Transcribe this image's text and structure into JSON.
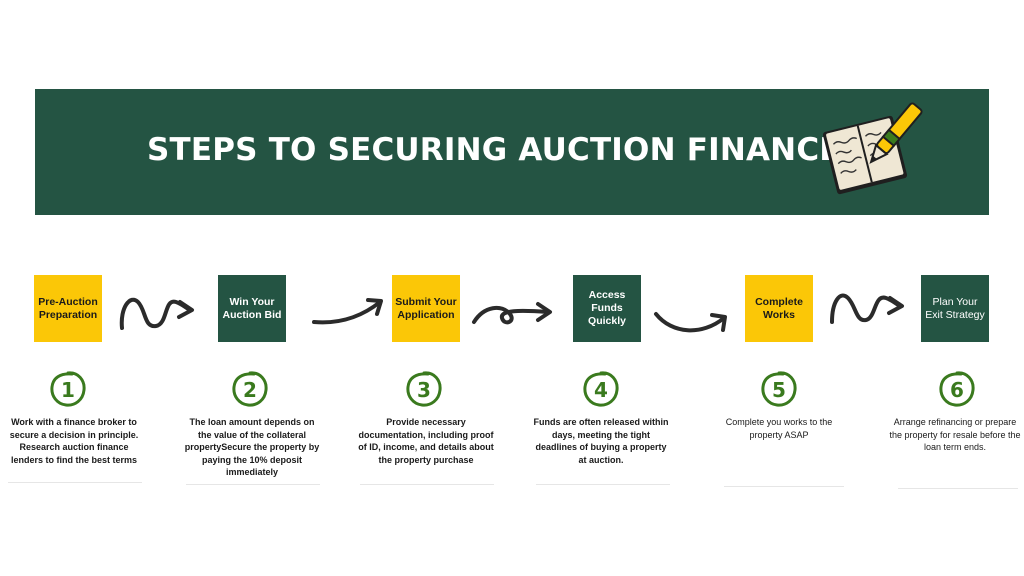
{
  "title": "STEPS TO SECURING AUCTION FINANCE",
  "colors": {
    "green": "#245443",
    "yellow": "#fbc707",
    "number": "#3a7a1e"
  },
  "steps": [
    {
      "number": "1",
      "label": "Pre-Auction Preparation",
      "description": "Work with a finance broker to secure a decision in principle. Research auction finance lenders to find the best terms"
    },
    {
      "number": "2",
      "label": "Win Your Auction Bid",
      "description": "The loan amount depends on the value of the collateral propertySecure the property by paying the 10% deposit immediately"
    },
    {
      "number": "3",
      "label": "Submit Your Application",
      "description": "Provide necessary documentation, including proof of ID, income, and details about the property purchase"
    },
    {
      "number": "4",
      "label": "Access Funds Quickly",
      "description": "Funds are often released within days, meeting the tight deadlines of buying a property at auction."
    },
    {
      "number": "5",
      "label": "Complete Works",
      "description": "Complete you works to the property ASAP"
    },
    {
      "number": "6",
      "label": "Plan Your Exit Strategy",
      "description": "Arrange refinancing or prepare the property for resale before the loan term ends."
    }
  ]
}
